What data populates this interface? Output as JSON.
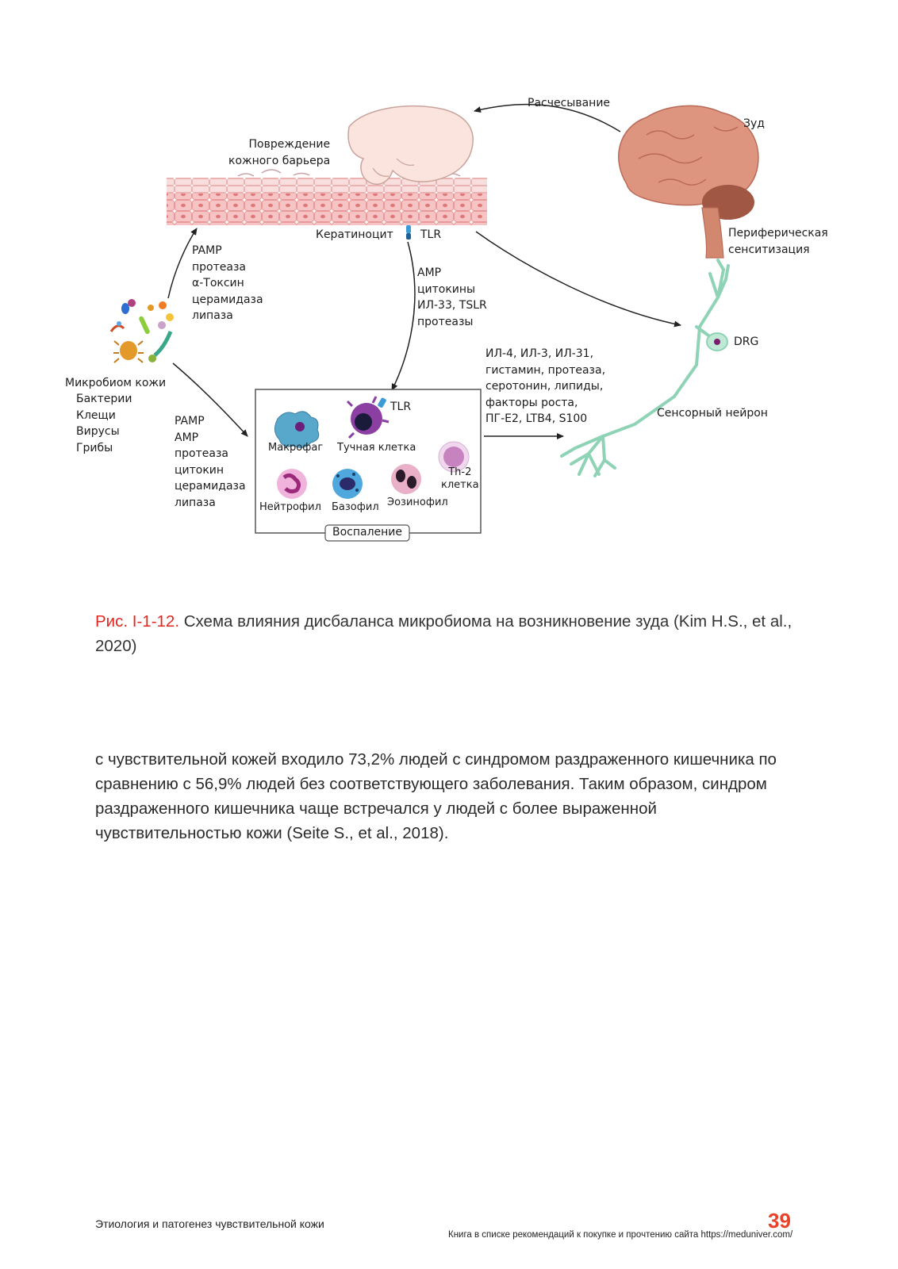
{
  "figure": {
    "brain": {
      "itch": "Зуд",
      "sensitization": [
        "Периферическая",
        "сенситизация"
      ]
    },
    "arrows": {
      "scratching": "Расчесывание"
    },
    "barrier": {
      "damage": [
        "Повреждение",
        "кожного барьера"
      ],
      "keratinocyte": "Кератиноцит",
      "tlr": "TLR"
    },
    "microbiome_factors_up": [
      "PAMP",
      "протеаза",
      "α-Токсин",
      "церамидаза",
      "липаза"
    ],
    "keratinocyte_factors": [
      "AMP",
      "цитокины",
      "ИЛ-33, TSLR",
      "протеазы"
    ],
    "microbiome": {
      "title": "Микробиом кожи",
      "members": [
        "Бактерии",
        "Клещи",
        "Вирусы",
        "Грибы"
      ]
    },
    "microbiome_factors_down": [
      "PAMP",
      "AMP",
      "протеаза",
      "цитокин",
      "церамидаза",
      "липаза"
    ],
    "mediators": [
      "ИЛ-4, ИЛ-3, ИЛ-31,",
      "гистамин, протеаза,",
      "серотонин, липиды,",
      "факторы роста,",
      "ПГ-E2, LTB4, S100"
    ],
    "neuron": {
      "drg": "DRG",
      "sensory": "Сенсорный нейрон"
    },
    "inflammation": {
      "title": "Воспаление",
      "tlr": "TLR",
      "cells": {
        "macrophage": "Макрофаг",
        "mast_cell": "Тучная клетка",
        "th2": [
          "Th-2",
          "клетка"
        ],
        "neutrophil": "Нейтрофил",
        "basophil": "Базофил",
        "eosinophil": "Эозинофил"
      }
    }
  },
  "caption": {
    "number": "Рис. I-1-12.",
    "text": "Схема влияния дисбаланса микробиома на возникновение зуда (Kim H.S., et al., 2020)"
  },
  "body": {
    "paragraph": "с чувствительной кожей входило 73,2% людей с синдромом раздраженного кишечника по сравнению с 56,9% людей без соответствующего заболевания. Таким образом, синдром раздраженного кишечника чаще встречался у людей с более выраженной чувствительностью кожи (Seite S., et al., 2018)."
  },
  "footer": {
    "title": "Этиология и патогенез чувствительной кожи",
    "page_number": "39",
    "note": "Книга в списке рекомендаций к покупке и прочтению сайта https://meduniver.com/"
  },
  "colors": {
    "accent": "#e2261f",
    "page_number": "#e8432a",
    "skin_cells": "#f3b9b9",
    "brain": "#d98a76",
    "neuron": "#8fd3b6"
  }
}
